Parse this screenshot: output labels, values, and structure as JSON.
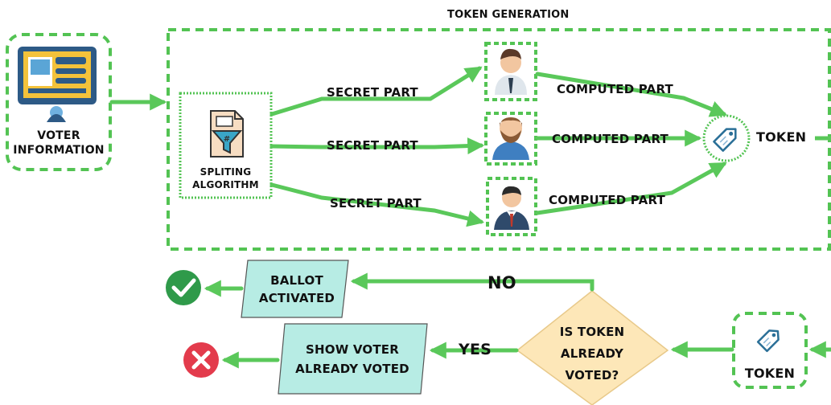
{
  "diagram": {
    "section_title": "TOKEN GENERATION",
    "voter_information": "VOTER INFORMATION",
    "algorithm": "SPLITING ALGORITHM",
    "secret_part": "SECRET PART",
    "computed_part": "COMPUTED PART",
    "token": "TOKEN",
    "decision": "IS TOKEN ALREADY VOTED?",
    "no": "NO",
    "yes": "YES",
    "ballot_activated": "BALLOT ACTIVATED",
    "show_voter_already_voted": "SHOW VOTER ALREADY VOTED",
    "token_input": "TOKEN"
  },
  "colors": {
    "arrow_green": "#5ac85a",
    "dashed_green": "#53c353",
    "cyan_fill": "#b7ece4",
    "diamond_fill": "#fde7b8",
    "check_green": "#2f9a4a",
    "cross_red": "#e33b4c"
  },
  "icons": [
    "monitor-icon",
    "filter-document-icon",
    "person-icon",
    "price-tag-icon",
    "check-circle-icon",
    "cross-circle-icon"
  ]
}
